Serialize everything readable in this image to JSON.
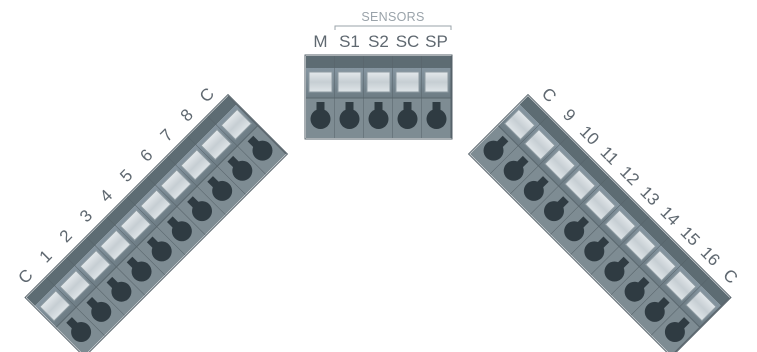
{
  "sensors": {
    "title": "SENSORS",
    "terminals": [
      "M",
      "S1",
      "S2",
      "SC",
      "SP"
    ]
  },
  "left_block": {
    "terminals": [
      "C",
      "1",
      "2",
      "3",
      "4",
      "5",
      "6",
      "7",
      "8",
      "C"
    ]
  },
  "right_block": {
    "terminals": [
      "C",
      "9",
      "10",
      "11",
      "12",
      "13",
      "14",
      "15",
      "16",
      "C"
    ]
  },
  "colors": {
    "housing_dark": "#5d6c73",
    "housing_mid": "#7e8c93",
    "window": "#cdd5d9",
    "screw_body": "#2f3b42",
    "label_text": "#5f6870",
    "bracket": "#9aa3aa"
  }
}
